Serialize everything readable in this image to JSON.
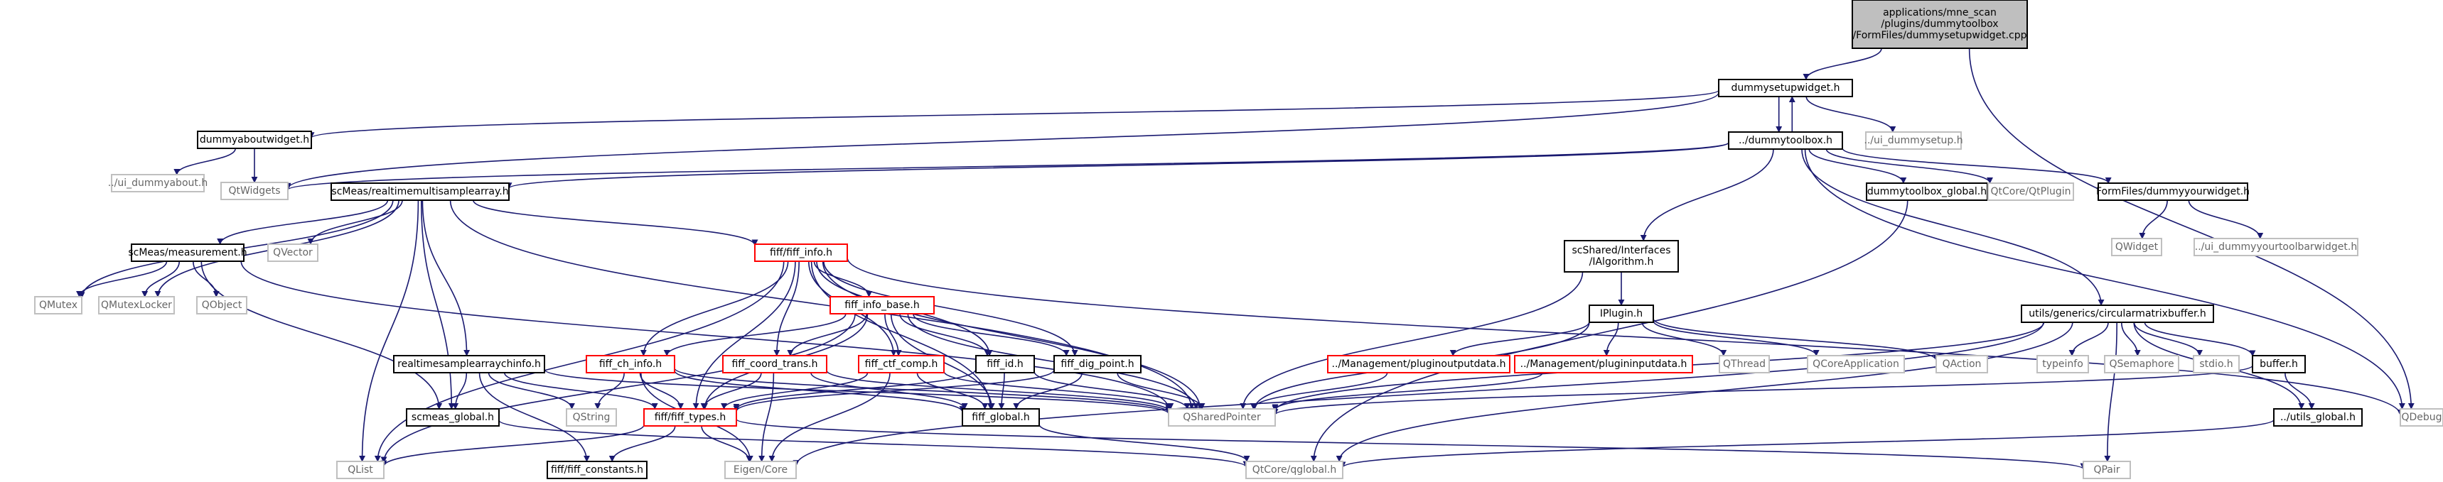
{
  "colors": {
    "edge": "#191970",
    "root_fill": "#bfbfbf",
    "border_normal": "#000000",
    "border_truncated": "#ff0000",
    "border_external": "#bfbfbf",
    "text_normal": "#000000",
    "text_external": "#666666"
  },
  "nodes": [
    {
      "id": "root",
      "lines": [
        "applications/mne_scan",
        "/plugins/dummytoolbox",
        "/FormFiles/dummysetupwidget.cpp"
      ],
      "style": "root"
    },
    {
      "id": "dummysetupwidget",
      "lines": [
        "dummysetupwidget.h"
      ],
      "style": "normal"
    },
    {
      "id": "ui_dummysetup",
      "lines": [
        "../ui_dummysetup.h"
      ],
      "style": "external"
    },
    {
      "id": "dummytoolbox",
      "lines": [
        "../dummytoolbox.h"
      ],
      "style": "normal"
    },
    {
      "id": "dummyaboutwidget",
      "lines": [
        "dummyaboutwidget.h"
      ],
      "style": "normal"
    },
    {
      "id": "ui_dummyabout",
      "lines": [
        "../ui_dummyabout.h"
      ],
      "style": "external"
    },
    {
      "id": "qtwidgets",
      "lines": [
        "QtWidgets"
      ],
      "style": "external"
    },
    {
      "id": "scmeas_rtmsa",
      "lines": [
        "scMeas/realtimemultisamplearray.h"
      ],
      "style": "normal"
    },
    {
      "id": "dummytoolbox_global",
      "lines": [
        "dummytoolbox_global.h"
      ],
      "style": "normal"
    },
    {
      "id": "qtplugin",
      "lines": [
        "QtCore/QtPlugin"
      ],
      "style": "external"
    },
    {
      "id": "dummyyourwidget",
      "lines": [
        "FormFiles/dummyyourwidget.h"
      ],
      "style": "normal"
    },
    {
      "id": "qdebug",
      "lines": [
        "QDebug"
      ],
      "style": "external"
    },
    {
      "id": "qwidget",
      "lines": [
        "QWidget"
      ],
      "style": "external"
    },
    {
      "id": "ui_yourtoolbar",
      "lines": [
        "../ui_dummyyourtoolbarwidget.h"
      ],
      "style": "external"
    },
    {
      "id": "ialgorithm",
      "lines": [
        "scShared/Interfaces",
        "/IAlgorithm.h"
      ],
      "style": "normal"
    },
    {
      "id": "iplugin",
      "lines": [
        "IPlugin.h"
      ],
      "style": "normal"
    },
    {
      "id": "circbuf",
      "lines": [
        "utils/generics/circularmatrixbuffer.h"
      ],
      "style": "normal"
    },
    {
      "id": "measurement",
      "lines": [
        "scMeas/measurement.h"
      ],
      "style": "normal"
    },
    {
      "id": "qvector",
      "lines": [
        "QVector"
      ],
      "style": "external"
    },
    {
      "id": "fiff_info",
      "lines": [
        "fiff/fiff_info.h"
      ],
      "style": "truncated"
    },
    {
      "id": "qmutex",
      "lines": [
        "QMutex"
      ],
      "style": "external"
    },
    {
      "id": "qmutexlocker",
      "lines": [
        "QMutexLocker"
      ],
      "style": "external"
    },
    {
      "id": "qobject",
      "lines": [
        "QObject"
      ],
      "style": "external"
    },
    {
      "id": "fiff_info_base",
      "lines": [
        "fiff_info_base.h"
      ],
      "style": "truncated"
    },
    {
      "id": "rtsaci",
      "lines": [
        "realtimesamplearraychinfo.h"
      ],
      "style": "normal"
    },
    {
      "id": "fiff_ch_info",
      "lines": [
        "fiff_ch_info.h"
      ],
      "style": "truncated"
    },
    {
      "id": "fiff_coord_trans",
      "lines": [
        "fiff_coord_trans.h"
      ],
      "style": "truncated"
    },
    {
      "id": "fiff_ctf_comp",
      "lines": [
        "fiff_ctf_comp.h"
      ],
      "style": "truncated"
    },
    {
      "id": "fiff_id",
      "lines": [
        "fiff_id.h"
      ],
      "style": "normal"
    },
    {
      "id": "fiff_dig_point",
      "lines": [
        "fiff_dig_point.h"
      ],
      "style": "normal"
    },
    {
      "id": "qstring",
      "lines": [
        "QString"
      ],
      "style": "external"
    },
    {
      "id": "scmeas_global",
      "lines": [
        "scmeas_global.h"
      ],
      "style": "normal"
    },
    {
      "id": "fiff_types",
      "lines": [
        "fiff/fiff_types.h"
      ],
      "style": "truncated"
    },
    {
      "id": "fiff_global",
      "lines": [
        "fiff_global.h"
      ],
      "style": "normal"
    },
    {
      "id": "qsharedpointer",
      "lines": [
        "QSharedPointer"
      ],
      "style": "external"
    },
    {
      "id": "pluginoutputdata",
      "lines": [
        "../Management/pluginoutputdata.h"
      ],
      "style": "truncated"
    },
    {
      "id": "plugininputdata",
      "lines": [
        "../Management/plugininputdata.h"
      ],
      "style": "truncated"
    },
    {
      "id": "qthread",
      "lines": [
        "QThread"
      ],
      "style": "external"
    },
    {
      "id": "qcoreapp",
      "lines": [
        "QCoreApplication"
      ],
      "style": "external"
    },
    {
      "id": "qaction",
      "lines": [
        "QAction"
      ],
      "style": "external"
    },
    {
      "id": "typeinfo",
      "lines": [
        "typeinfo"
      ],
      "style": "external"
    },
    {
      "id": "qsemaphore",
      "lines": [
        "QSemaphore"
      ],
      "style": "external"
    },
    {
      "id": "stdio",
      "lines": [
        "stdio.h"
      ],
      "style": "external"
    },
    {
      "id": "buffer",
      "lines": [
        "buffer.h"
      ],
      "style": "normal"
    },
    {
      "id": "utils_global",
      "lines": [
        "../utils_global.h"
      ],
      "style": "normal"
    },
    {
      "id": "qlist",
      "lines": [
        "QList"
      ],
      "style": "external"
    },
    {
      "id": "fiff_constants",
      "lines": [
        "fiff/fiff_constants.h"
      ],
      "style": "normal"
    },
    {
      "id": "eigen_core",
      "lines": [
        "Eigen/Core"
      ],
      "style": "external"
    },
    {
      "id": "qtglobal",
      "lines": [
        "QtCore/qglobal.h"
      ],
      "style": "external"
    },
    {
      "id": "qpair",
      "lines": [
        "QPair"
      ],
      "style": "external"
    }
  ],
  "edges": [
    [
      "root",
      "dummysetupwidget"
    ],
    [
      "root",
      "qdebug"
    ],
    [
      "dummysetupwidget",
      "ui_dummysetup"
    ],
    [
      "dummysetupwidget",
      "dummytoolbox"
    ],
    [
      "dummysetupwidget",
      "dummyaboutwidget"
    ],
    [
      "dummysetupwidget",
      "qtwidgets"
    ],
    [
      "dummytoolbox",
      "dummysetupwidget"
    ],
    [
      "dummyaboutwidget",
      "ui_dummyabout"
    ],
    [
      "dummyaboutwidget",
      "qtwidgets"
    ],
    [
      "dummytoolbox",
      "qtwidgets"
    ],
    [
      "dummytoolbox",
      "scmeas_rtmsa"
    ],
    [
      "dummytoolbox",
      "dummytoolbox_global"
    ],
    [
      "dummytoolbox",
      "qtplugin"
    ],
    [
      "dummytoolbox",
      "dummyyourwidget"
    ],
    [
      "dummytoolbox",
      "qdebug"
    ],
    [
      "dummytoolbox",
      "ialgorithm"
    ],
    [
      "dummytoolbox",
      "circbuf"
    ],
    [
      "dummyyourwidget",
      "qwidget"
    ],
    [
      "dummyyourwidget",
      "ui_yourtoolbar"
    ],
    [
      "dummytoolbox_global",
      "qtglobal"
    ],
    [
      "scmeas_rtmsa",
      "measurement"
    ],
    [
      "scmeas_rtmsa",
      "qvector"
    ],
    [
      "scmeas_rtmsa",
      "fiff_info"
    ],
    [
      "scmeas_rtmsa",
      "rtsaci"
    ],
    [
      "scmeas_rtmsa",
      "scmeas_global"
    ],
    [
      "scmeas_rtmsa",
      "qsharedpointer"
    ],
    [
      "scmeas_rtmsa",
      "qmutex"
    ],
    [
      "scmeas_rtmsa",
      "qmutexlocker"
    ],
    [
      "scmeas_rtmsa",
      "qlist"
    ],
    [
      "measurement",
      "qmutex"
    ],
    [
      "measurement",
      "qmutexlocker"
    ],
    [
      "measurement",
      "qobject"
    ],
    [
      "measurement",
      "scmeas_global"
    ],
    [
      "measurement",
      "qsharedpointer"
    ],
    [
      "fiff_info",
      "fiff_info_base"
    ],
    [
      "fiff_info",
      "fiff_ch_info"
    ],
    [
      "fiff_info",
      "fiff_coord_trans"
    ],
    [
      "fiff_info",
      "fiff_ctf_comp"
    ],
    [
      "fiff_info",
      "fiff_id"
    ],
    [
      "fiff_info",
      "fiff_dig_point"
    ],
    [
      "fiff_info",
      "fiff_types"
    ],
    [
      "fiff_info",
      "fiff_global"
    ],
    [
      "fiff_info",
      "qsharedpointer"
    ],
    [
      "fiff_info",
      "qlist"
    ],
    [
      "fiff_info",
      "qdebug"
    ],
    [
      "fiff_info_base",
      "fiff_ch_info"
    ],
    [
      "fiff_info_base",
      "fiff_coord_trans"
    ],
    [
      "fiff_info_base",
      "fiff_ctf_comp"
    ],
    [
      "fiff_info_base",
      "fiff_id"
    ],
    [
      "fiff_info_base",
      "fiff_dig_point"
    ],
    [
      "fiff_info_base",
      "fiff_types"
    ],
    [
      "fiff_info_base",
      "fiff_global"
    ],
    [
      "fiff_info_base",
      "qsharedpointer"
    ],
    [
      "fiff_info_base",
      "qlist"
    ],
    [
      "fiff_ch_info",
      "fiff_types"
    ],
    [
      "fiff_ch_info",
      "qstring"
    ],
    [
      "fiff_ch_info",
      "eigen_core"
    ],
    [
      "fiff_ch_info",
      "fiff_global"
    ],
    [
      "fiff_ch_info",
      "qsharedpointer"
    ],
    [
      "fiff_coord_trans",
      "fiff_types"
    ],
    [
      "fiff_coord_trans",
      "eigen_core"
    ],
    [
      "fiff_coord_trans",
      "fiff_global"
    ],
    [
      "fiff_coord_trans",
      "qsharedpointer"
    ],
    [
      "fiff_ctf_comp",
      "fiff_types"
    ],
    [
      "fiff_ctf_comp",
      "eigen_core"
    ],
    [
      "fiff_ctf_comp",
      "fiff_global"
    ],
    [
      "fiff_ctf_comp",
      "qsharedpointer"
    ],
    [
      "fiff_id",
      "fiff_types"
    ],
    [
      "fiff_id",
      "fiff_global"
    ],
    [
      "fiff_id",
      "qsharedpointer"
    ],
    [
      "fiff_dig_point",
      "fiff_types"
    ],
    [
      "fiff_dig_point",
      "fiff_global"
    ],
    [
      "fiff_dig_point",
      "qsharedpointer"
    ],
    [
      "rtsaci",
      "scmeas_global"
    ],
    [
      "rtsaci",
      "fiff_types"
    ],
    [
      "rtsaci",
      "fiff_constants"
    ],
    [
      "rtsaci",
      "qstring"
    ],
    [
      "rtsaci",
      "qsharedpointer"
    ],
    [
      "scmeas_global",
      "qtglobal"
    ],
    [
      "fiff_types",
      "fiff_constants"
    ],
    [
      "fiff_types",
      "eigen_core"
    ],
    [
      "fiff_types",
      "qlist"
    ],
    [
      "fiff_types",
      "qpair"
    ],
    [
      "fiff_global",
      "qtglobal"
    ],
    [
      "ialgorithm",
      "iplugin"
    ],
    [
      "ialgorithm",
      "qsharedpointer"
    ],
    [
      "iplugin",
      "pluginoutputdata"
    ],
    [
      "iplugin",
      "plugininputdata"
    ],
    [
      "iplugin",
      "qthread"
    ],
    [
      "iplugin",
      "qcoreapp"
    ],
    [
      "iplugin",
      "qaction"
    ],
    [
      "iplugin",
      "qsharedpointer"
    ],
    [
      "pluginoutputdata",
      "qsharedpointer"
    ],
    [
      "plugininputdata",
      "qsharedpointer"
    ],
    [
      "circbuf",
      "typeinfo"
    ],
    [
      "circbuf",
      "qsemaphore"
    ],
    [
      "circbuf",
      "stdio"
    ],
    [
      "circbuf",
      "buffer"
    ],
    [
      "circbuf",
      "utils_global"
    ],
    [
      "circbuf",
      "qsharedpointer"
    ],
    [
      "circbuf",
      "eigen_core"
    ],
    [
      "circbuf",
      "qpair"
    ],
    [
      "circbuf",
      "qtglobal"
    ],
    [
      "buffer",
      "utils_global"
    ],
    [
      "buffer",
      "qsharedpointer"
    ],
    [
      "utils_global",
      "qtglobal"
    ]
  ]
}
